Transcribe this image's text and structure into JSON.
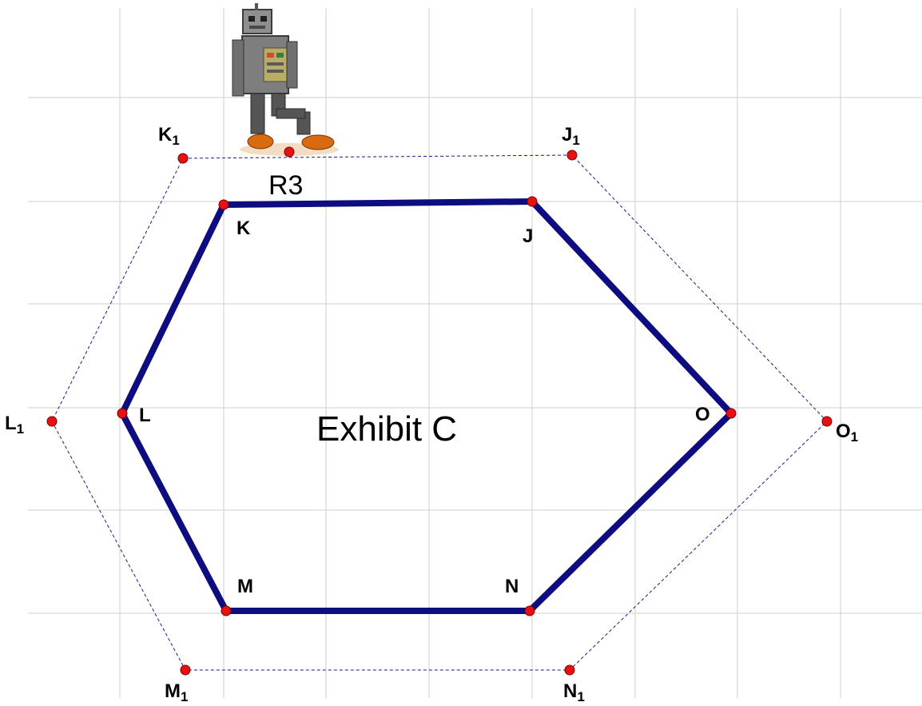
{
  "title": "Exhibit C",
  "robot": {
    "label": "R3",
    "icon": "robot-icon"
  },
  "colors": {
    "hexagon": "#0d0d80",
    "offset_path": "#1a1a8c",
    "vertex": "#e81010",
    "grid": "#cfcfcf"
  },
  "vertices": {
    "K": {
      "name": "K",
      "sub": ""
    },
    "J": {
      "name": "J",
      "sub": ""
    },
    "O": {
      "name": "O",
      "sub": ""
    },
    "N": {
      "name": "N",
      "sub": ""
    },
    "M": {
      "name": "M",
      "sub": ""
    },
    "L": {
      "name": "L",
      "sub": ""
    },
    "K1": {
      "name": "K",
      "sub": "1"
    },
    "J1": {
      "name": "J",
      "sub": "1"
    },
    "O1": {
      "name": "O",
      "sub": "1"
    },
    "N1": {
      "name": "N",
      "sub": "1"
    },
    "M1": {
      "name": "M",
      "sub": "1"
    },
    "L1": {
      "name": "L",
      "sub": "1"
    }
  }
}
